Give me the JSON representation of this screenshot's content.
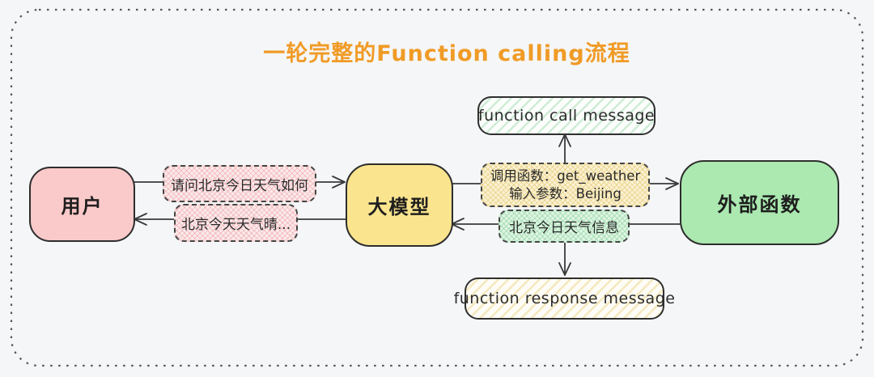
{
  "canvas": {
    "background_color": "#F5F6F8",
    "border_style": "dashed-rounded",
    "border_color": "#55565A"
  },
  "title": {
    "text": "一轮完整的Function calling流程",
    "color": "#F09B26"
  },
  "nodes": {
    "user": {
      "label": "用户",
      "fill": "#FAC9C9"
    },
    "model": {
      "label": "大模型",
      "fill": "#FAE48E"
    },
    "external_function": {
      "label": "外部函数",
      "fill": "#ABE9B0"
    }
  },
  "message_nodes": {
    "function_call": {
      "label": "function call message",
      "stripe_color": "#BFE5C8"
    },
    "function_response": {
      "label": "function response message",
      "stripe_color": "#EFD98F"
    }
  },
  "edge_labels": {
    "user_to_model": {
      "text": "请问北京今日天气如何",
      "fill": "#F6CFD2"
    },
    "model_to_user": {
      "text": "北京今天天气晴...",
      "fill": "#F6CFD2"
    },
    "model_to_function": {
      "line1": "调用函数：get_weather",
      "line2": "输入参数：Beijing",
      "fill": "#F7ECC2"
    },
    "function_to_model": {
      "text": "北京今日天气信息",
      "fill": "#CBEFD3"
    }
  }
}
